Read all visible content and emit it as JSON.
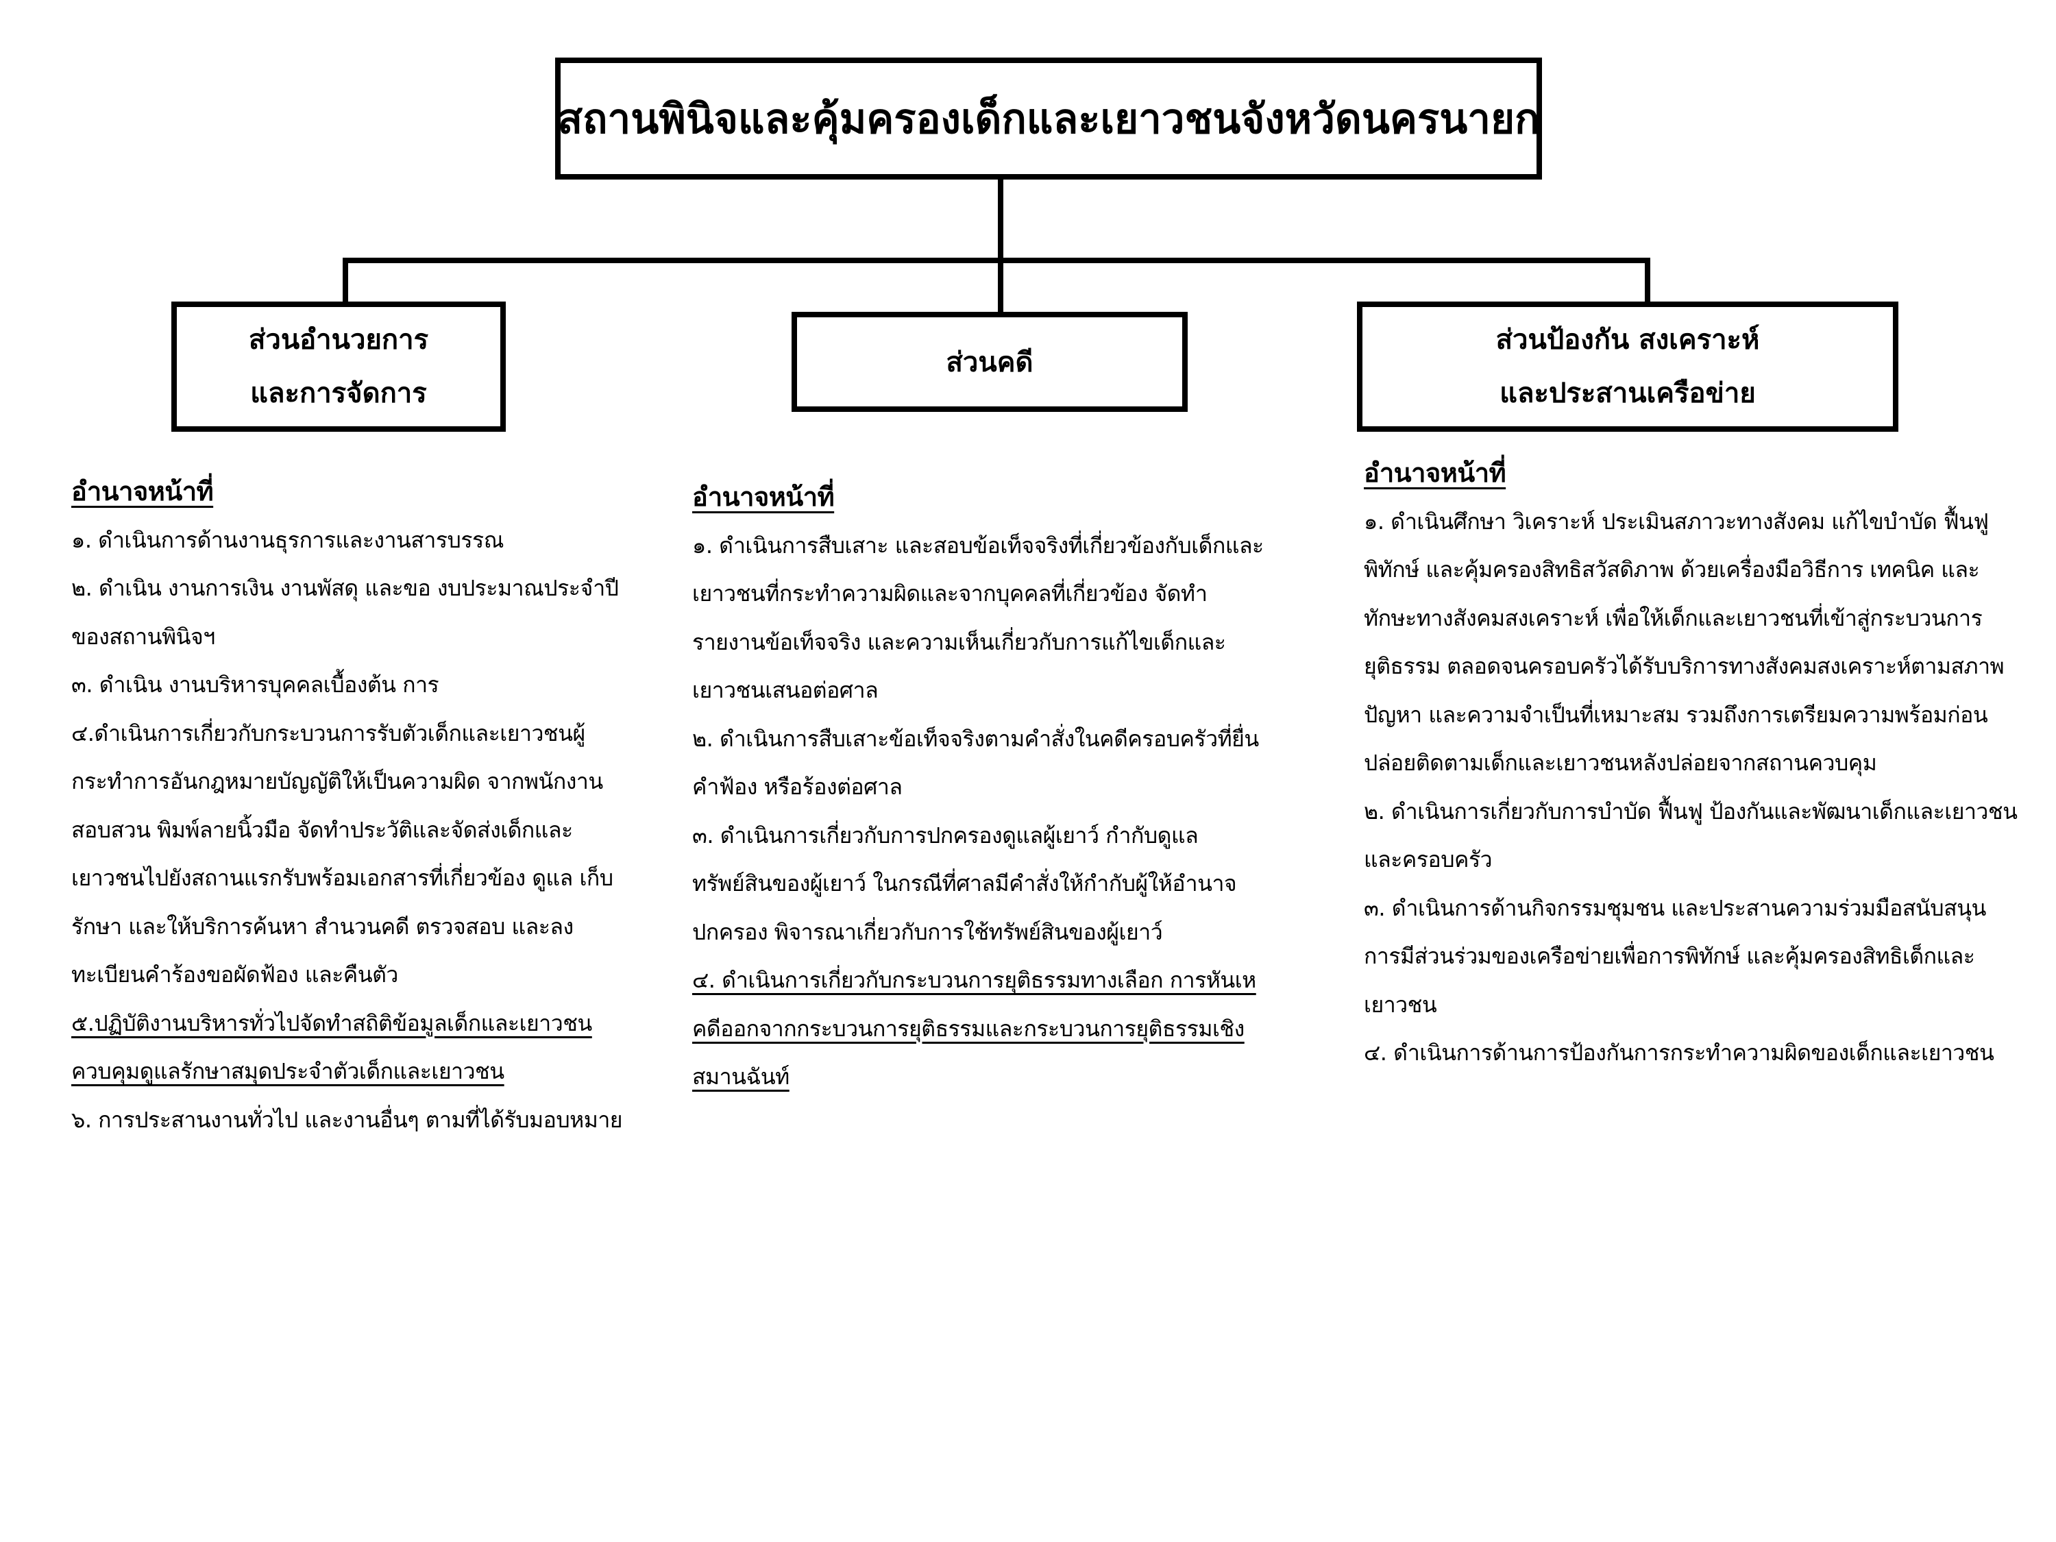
{
  "root": {
    "title": "สถานพินิจและคุ้มครองเด็กและเยาวชนจังหวัดนครนายก"
  },
  "units": [
    {
      "line1": "ส่วนอำนวยการ",
      "line2": "และการจัดการ",
      "heading": "อำนาจหน้าที่",
      "items": [
        "๑. ดำเนินการด้านงานธุรการและงานสารบรรณ",
        "๒. ดำเนิน งานการเงิน งานพัสดุ และขอ งบประมาณประจำปีของสถานพินิจฯ",
        "๓. ดำเนิน งานบริหารบุคคลเบื้องต้น การ",
        "๔.ดำเนินการเกี่ยวกับกระบวนการรับตัวเด็กและเยาวชนผู้กระทำการอันกฎหมายบัญญัติให้เป็นความผิด จากพนักงานสอบสวน พิมพ์ลายนิ้วมือ จัดทำประวัติและจัดส่งเด็กและเยาวชนไปยังสถานแรกรับพร้อมเอกสารที่เกี่ยวข้อง ดูแล เก็บรักษา และให้บริการค้นหา สำนวนคดี ตรวจสอบ และลงทะเบียนคำร้องขอผัดฟ้อง และคืนตัว",
        "๕.ปฏิบัติงานบริหารทั่วไปจัดทำสถิติข้อมูลเด็กและเยาวชน ควบคุมดูแลรักษาสมุดประจำตัวเด็กและเยาวชน",
        "๖. การประสานงานทั่วไป และงานอื่นๆ ตามที่ได้รับมอบหมาย"
      ]
    },
    {
      "line1": "ส่วนคดี",
      "heading": "อำนาจหน้าที่",
      "items": [
        "๑. ดำเนินการสืบเสาะ และสอบข้อเท็จจริงที่เกี่ยวข้องกับเด็กและเยาวชนที่กระทำความผิดและจากบุคคลที่เกี่ยวข้อง จัดทำรายงานข้อเท็จจริง และความเห็นเกี่ยวกับการแก้ไขเด็กและเยาวชนเสนอต่อศาล",
        "๒. ดำเนินการสืบเสาะข้อเท็จจริงตามคำสั่งในคดีครอบครัวที่ยื่นคำฟ้อง หรือร้องต่อศาล",
        "๓. ดำเนินการเกี่ยวกับการปกครองดูแลผู้เยาว์ กำกับดูแลทรัพย์สินของผู้เยาว์ ในกรณีที่ศาลมีคำสั่งให้กำกับผู้ให้อำนาจ ปกครอง พิจารณาเกี่ยวกับการใช้ทรัพย์สินของผู้เยาว์",
        "๔. ดำเนินการเกี่ยวกับกระบวนการยุติธรรมทางเลือก การหันเหคดีออกจากกระบวนการยุติธรรมและกระบวนการยุติธรรมเชิงสมานฉันท์"
      ]
    },
    {
      "line1": "ส่วนป้องกัน สงเคราะห์",
      "line2": "และประสานเครือข่าย",
      "heading": "อำนาจหน้าที่",
      "items": [
        "๑. ดำเนินศึกษา วิเคราะห์ ประเมินสภาวะทางสังคม แก้ไขบำบัด ฟื้นฟู พิทักษ์ และคุ้มครองสิทธิสวัสดิภาพ ด้วยเครื่องมือวิธีการ เทคนิค และทักษะทางสังคมสงเคราะห์ เพื่อให้เด็กและเยาวชนที่เข้าสู่กระบวนการยุติธรรม ตลอดจนครอบครัวได้รับบริการทางสังคมสงเคราะห์ตามสภาพปัญหา และความจำเป็นที่เหมาะสม รวมถึงการเตรียมความพร้อมก่อนปล่อยติดตามเด็กและเยาวชนหลังปล่อยจากสถานควบคุม",
        "๒. ดำเนินการเกี่ยวกับการบำบัด ฟื้นฟู ป้องกันและพัฒนาเด็กและเยาวชน และครอบครัว",
        "๓. ดำเนินการด้านกิจกรรมชุมชน และประสานความร่วมมือสนับสนุนการมีส่วนร่วมของเครือข่ายเพื่อการพิทักษ์ และคุ้มครองสิทธิเด็กและเยาวชน",
        "๔. ดำเนินการด้านการป้องกันการกระทำความผิดของเด็กและเยาวชน"
      ]
    }
  ]
}
